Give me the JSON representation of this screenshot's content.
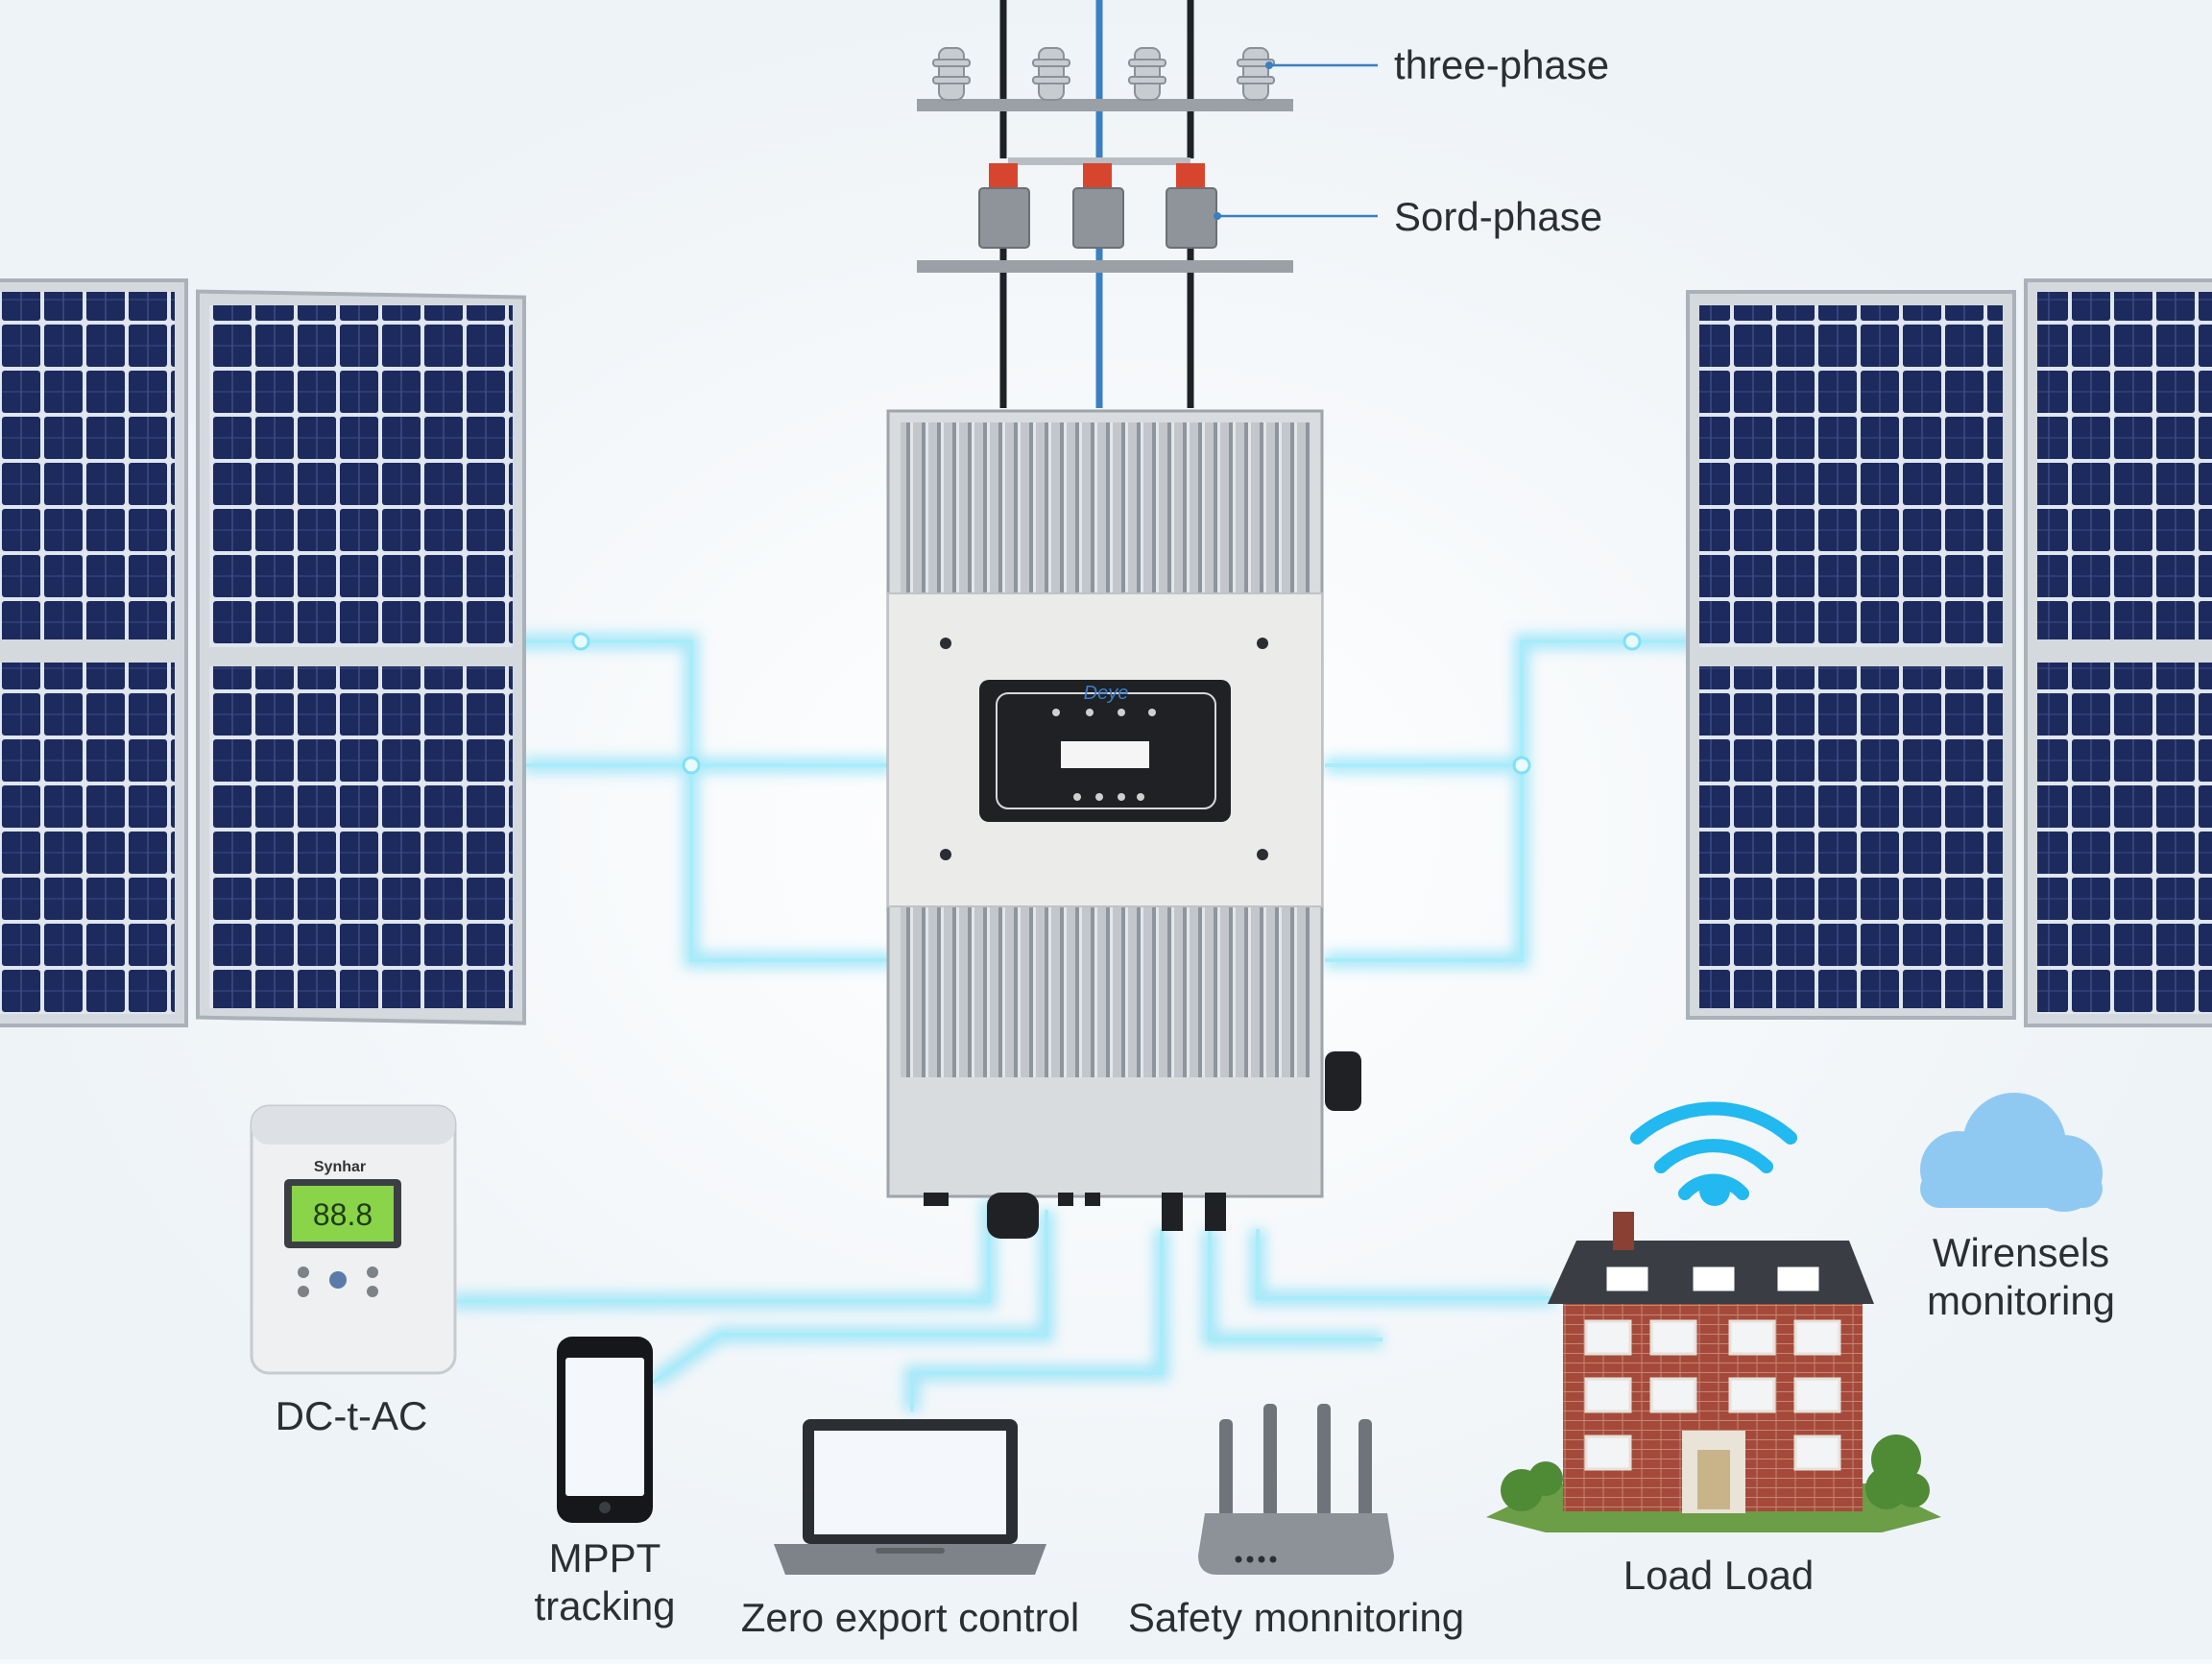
{
  "labels": {
    "three_phase": "three-phase",
    "sord_phase": "Sord-phase",
    "dc_to_ac": "DC-t-AC",
    "mppt_line1": "MPPT",
    "mppt_line2": "tracking",
    "zero_export": "Zero export control",
    "safety": "Safety monnitoring",
    "load": "Load Load",
    "wireless_line1": "Wirensels",
    "wireless_line2": "monitoring"
  },
  "device_text": {
    "meter_brand": "Synhar",
    "meter_reading": "88.8",
    "inverter_brand": "Deye"
  },
  "icons": [
    "solar-panel-icon",
    "inverter-icon",
    "energy-meter-icon",
    "smartphone-icon",
    "laptop-icon",
    "router-icon",
    "house-icon",
    "wifi-icon",
    "cloud-icon",
    "insulator-icon",
    "breaker-icon"
  ],
  "colors": {
    "glow": "#5fd8f5",
    "panel_cell": "#1c2a5e",
    "panel_frame": "#c9ced4",
    "inverter_body": "#b9bec4",
    "wifi": "#22b8f0",
    "cloud": "#8fc9f2",
    "brick": "#a54a3a"
  }
}
